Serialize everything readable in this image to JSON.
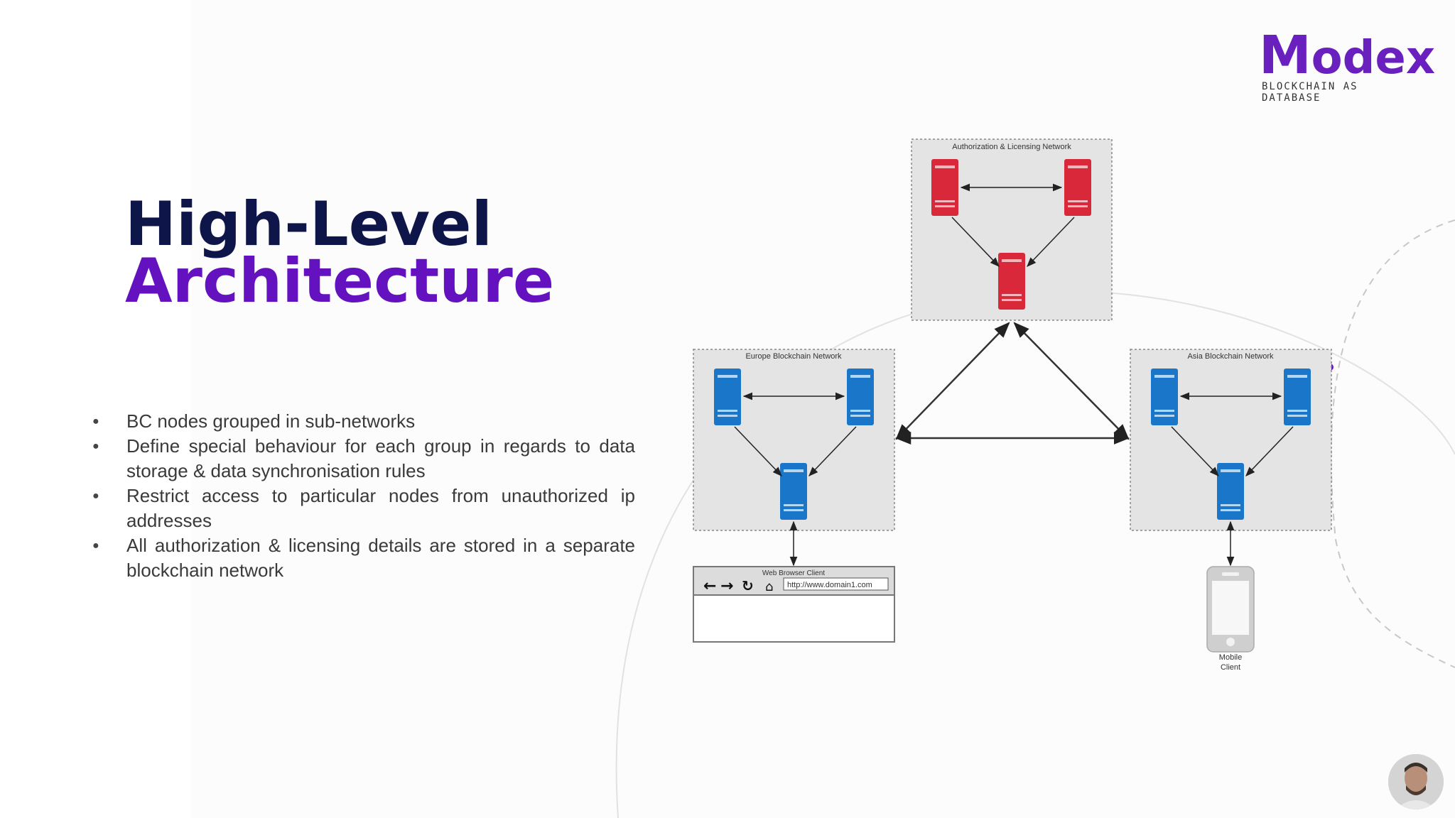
{
  "logo": {
    "wordmark_m": "M",
    "wordmark_rest": "odex",
    "tagline": "BLOCKCHAIN AS DATABASE"
  },
  "title": {
    "line1": "High-Level",
    "line2": "Architecture"
  },
  "bullets": [
    "BC nodes grouped in sub-networks",
    "Define special behaviour for each group in regards to data storage & data synchronisation rules",
    "Restrict access to particular nodes from unauthorized ip addresses",
    "All authorization & licensing details are stored in a separate blockchain network"
  ],
  "diagram": {
    "auth_network_label": "Authorization & Licensing Network",
    "europe_network_label": "Europe Blockchain Network",
    "asia_network_label": "Asia Blockchain Network",
    "browser_label": "Web Browser Client",
    "browser_url": "http://www.domain1.com",
    "mobile_label_line1": "Mobile",
    "mobile_label_line2": "Client"
  },
  "colors": {
    "title_dark": "#0e1548",
    "title_accent": "#6412bf",
    "server_red": "#d8283a",
    "server_blue": "#1976c9",
    "network_box": "#e4e4e4"
  },
  "icons": [
    "back-arrow-icon",
    "forward-arrow-icon",
    "reload-icon",
    "home-icon",
    "server-icon",
    "phone-icon"
  ]
}
